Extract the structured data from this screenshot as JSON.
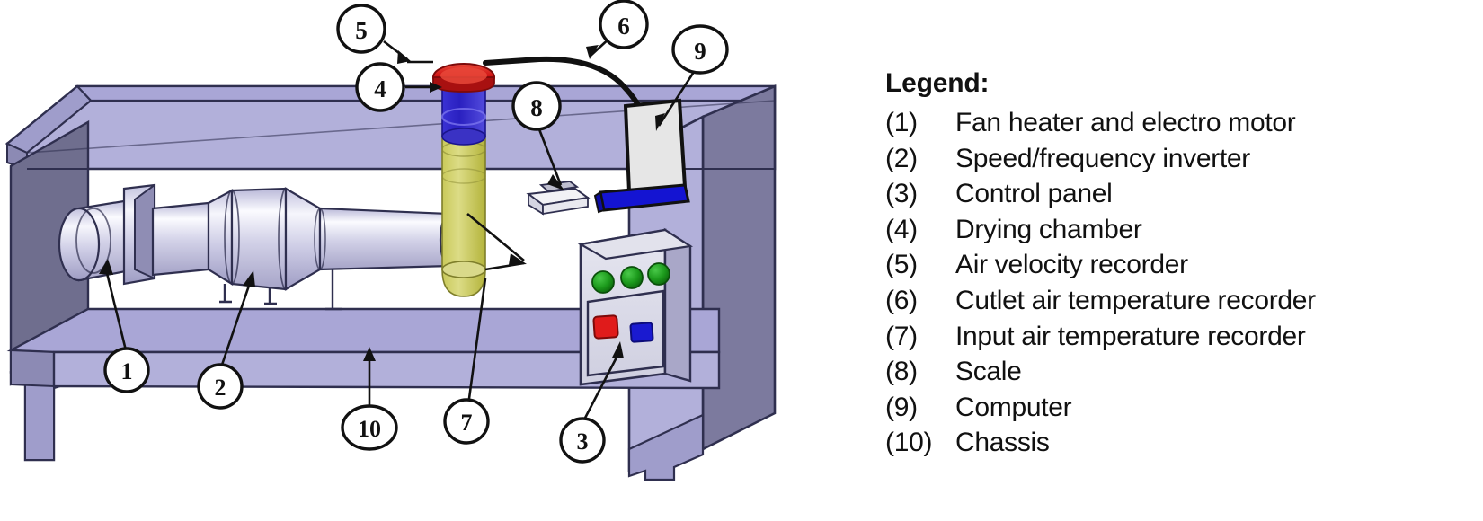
{
  "legend": {
    "title": "Legend:",
    "items": [
      {
        "num": "(1)",
        "label": "Fan heater and electro motor"
      },
      {
        "num": "(2)",
        "label": "Speed/frequency inverter"
      },
      {
        "num": "(3)",
        "label": "Control panel"
      },
      {
        "num": "(4)",
        "label": "Drying chamber"
      },
      {
        "num": "(5)",
        "label": "Air velocity recorder"
      },
      {
        "num": "(6)",
        "label": "Cutlet air temperature  recorder"
      },
      {
        "num": "(7)",
        "label": "Input air temperature  recorder"
      },
      {
        "num": "(8)",
        "label": "Scale"
      },
      {
        "num": "(9)",
        "label": "Computer"
      },
      {
        "num": "(10)",
        "label": "Chassis"
      }
    ]
  },
  "diagram": {
    "callouts": [
      {
        "id": "callout-1",
        "label": "1"
      },
      {
        "id": "callout-2",
        "label": "2"
      },
      {
        "id": "callout-3",
        "label": "3"
      },
      {
        "id": "callout-4",
        "label": "4"
      },
      {
        "id": "callout-5",
        "label": "5"
      },
      {
        "id": "callout-6",
        "label": "6"
      },
      {
        "id": "callout-7",
        "label": "7"
      },
      {
        "id": "callout-8",
        "label": "8"
      },
      {
        "id": "callout-9",
        "label": "9"
      },
      {
        "id": "callout-10",
        "label": "10"
      }
    ],
    "colors": {
      "chassis_top": "#a9a6d6",
      "chassis_face": "#b2b0da",
      "chassis_dark": "#6f6e8e",
      "chassis_outline": "#2f2f4f",
      "duct_light": "#e4e4f2",
      "duct_mid": "#c3c2de",
      "duct_shadow": "#9e9cc2",
      "chamber_red": "#d81e1e",
      "chamber_blue": "#2a23c8",
      "chamber_olive": "#c8c84a",
      "panel_body": "#d8d8e6",
      "indicator_green": "#1c9a1c",
      "button_red": "#e01b1b",
      "button_blue": "#1a1ad0",
      "laptop_screen": "#e6e6e6",
      "laptop_base": "#1414d2",
      "line": "#111111"
    }
  }
}
